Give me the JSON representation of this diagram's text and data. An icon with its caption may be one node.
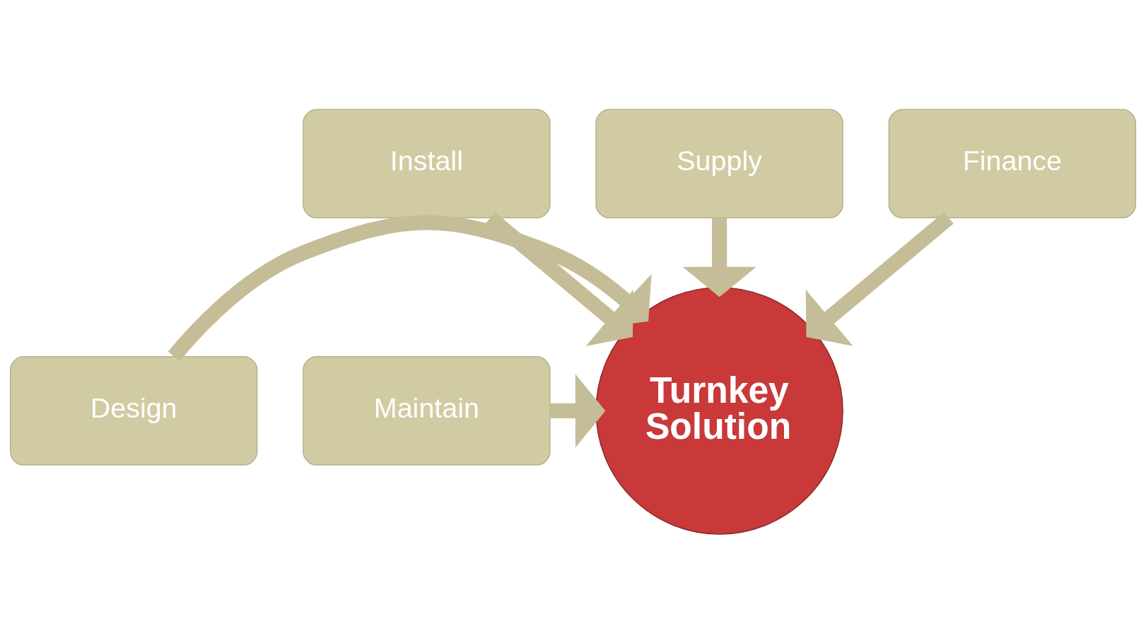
{
  "diagram": {
    "nodes": [
      {
        "text": [
          "Install"
        ]
      },
      {
        "text": [
          "Supply"
        ]
      },
      {
        "text": [
          "Finance"
        ]
      },
      {
        "text": [
          "Design"
        ]
      },
      {
        "text": [
          "Turnkey Solution"
        ]
      },
      {
        "text": [
          "Maintain"
        ]
      }
    ],
    "edges": [
      {
        "from": 0,
        "to": 4,
        "arrow": "to"
      },
      {
        "from": 1,
        "to": 4,
        "arrow": "to"
      },
      {
        "from": 2,
        "to": 4,
        "arrow": "to"
      },
      {
        "from": 3,
        "to": 4,
        "arrow": "to"
      },
      {
        "from": 5,
        "to": 4,
        "arrow": "to"
      }
    ]
  }
}
